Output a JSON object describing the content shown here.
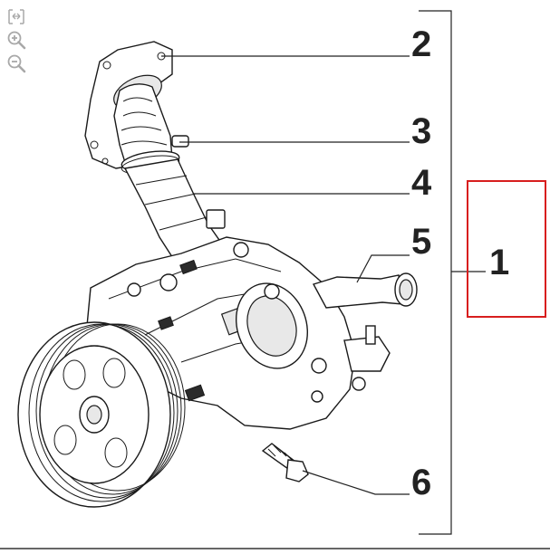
{
  "toolbar": {
    "items": [
      {
        "icon": "fit-to-window-icon"
      },
      {
        "icon": "zoom-in-icon"
      },
      {
        "icon": "zoom-out-icon"
      }
    ],
    "icon_color": "#a8a8a8"
  },
  "callouts": [
    {
      "id": "2",
      "label": "2"
    },
    {
      "id": "3",
      "label": "3"
    },
    {
      "id": "4",
      "label": "4"
    },
    {
      "id": "5",
      "label": "5"
    },
    {
      "id": "1",
      "label": "1"
    },
    {
      "id": "6",
      "label": "6"
    }
  ],
  "highlight": {
    "target": "1",
    "color": "#d81e1e"
  }
}
